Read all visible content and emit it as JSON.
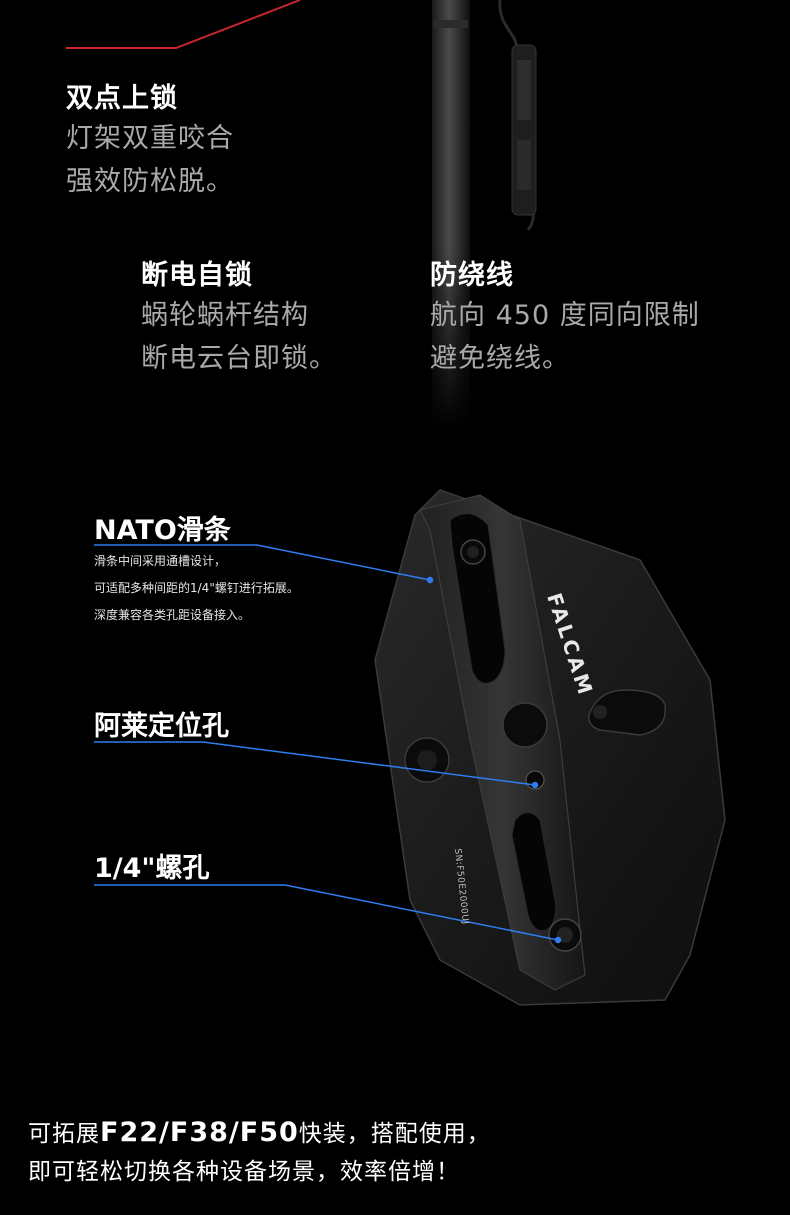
{
  "features": {
    "dual_lock": {
      "title": "双点上锁",
      "lines": [
        "灯架双重咬合",
        "强效防松脱。"
      ]
    },
    "power_lock": {
      "title": "断电自锁",
      "lines": [
        "蜗轮蜗杆结构",
        "断电云台即锁。"
      ]
    },
    "anti_tangle": {
      "title": "防绕线",
      "lines": [
        "航向 450 度同向限制",
        "避免绕线。"
      ]
    }
  },
  "callouts": {
    "nato": {
      "title": "NATO滑条",
      "lines": [
        "滑条中间采用通槽设计，",
        "可适配多种间距的1/4\"螺钉进行拓展。",
        "深度兼容各类孔距设备接入。"
      ]
    },
    "arri": {
      "title": "阿莱定位孔"
    },
    "quarter": {
      "title": "1/4\"螺孔"
    }
  },
  "product": {
    "brand": "FALCAM",
    "serial": "SN:F50E2000UJ"
  },
  "footer": {
    "line1_pre": "可拓展",
    "line1_models": "F22/F38/F50",
    "line1_post": "快装，搭配使用，",
    "line2": "即可轻松切换各种设备场景，效率倍增！"
  },
  "colors": {
    "accent_red": "#c8272d",
    "callout_blue": "#2f7df0",
    "plate": "#1c1c1e"
  }
}
